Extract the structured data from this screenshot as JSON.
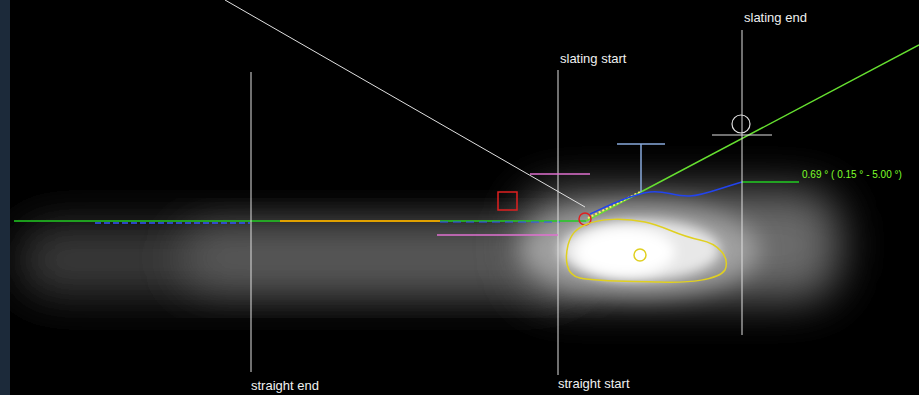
{
  "diagram": {
    "labels": [
      "slating end",
      "slating start",
      "straight end",
      "straight start",
      "0.69 ° ( 0.15 ° - 5.00 °)"
    ]
  }
}
